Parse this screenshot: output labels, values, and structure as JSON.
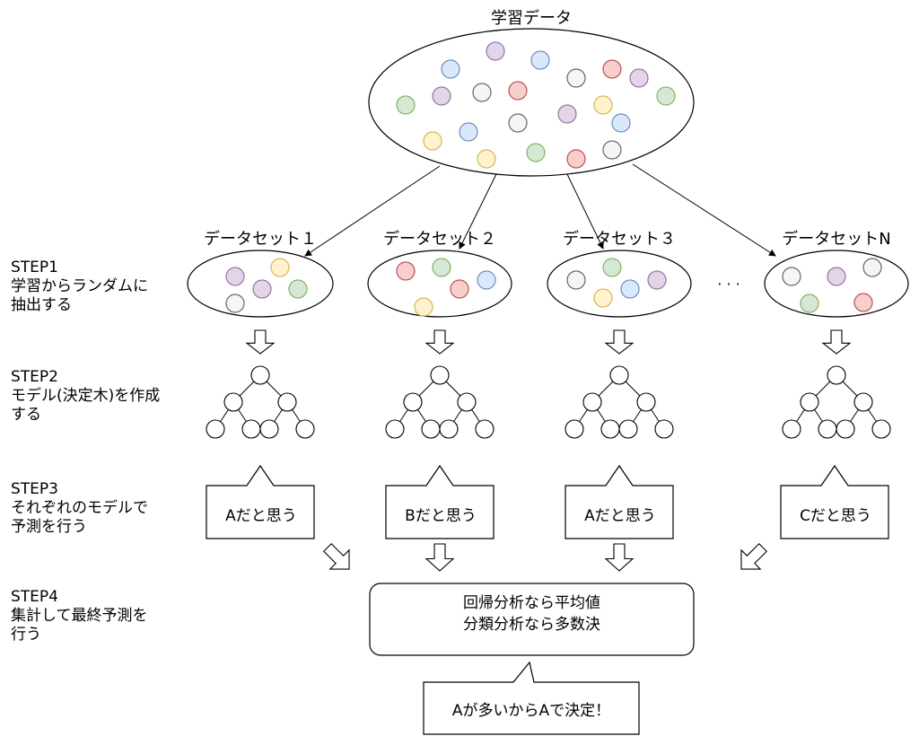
{
  "title": "学習データ",
  "colors": {
    "purple": {
      "fill": "#e1d5e7",
      "stroke": "#9673a6"
    },
    "blue": {
      "fill": "#dae8fc",
      "stroke": "#6c8ebf"
    },
    "red": {
      "fill": "#f8cecc",
      "stroke": "#b85450"
    },
    "gray": {
      "fill": "#f5f5f5",
      "stroke": "#666666"
    },
    "green": {
      "fill": "#d5e8d4",
      "stroke": "#82b366"
    },
    "yellow": {
      "fill": "#fff2cc",
      "stroke": "#d6b656"
    }
  },
  "datasets": [
    {
      "label": "データセット１",
      "balls": [
        "purple",
        "yellow",
        "purple",
        "green",
        "gray"
      ]
    },
    {
      "label": "データセット２",
      "balls": [
        "red",
        "green",
        "blue",
        "red",
        "yellow"
      ]
    },
    {
      "label": "データセット３",
      "balls": [
        "gray",
        "green",
        "purple",
        "yellow",
        "blue"
      ]
    },
    {
      "label": "データセットN",
      "balls": [
        "gray",
        "purple",
        "gray",
        "green",
        "red"
      ]
    }
  ],
  "ellipsis": "· · ·",
  "steps": [
    {
      "lines": [
        "STEP1",
        "学習からランダムに",
        "抽出する"
      ]
    },
    {
      "lines": [
        "STEP2",
        "モデル(決定木)を作成",
        "する"
      ]
    },
    {
      "lines": [
        "STEP3",
        "それぞれのモデルで",
        "予測を行う"
      ]
    },
    {
      "lines": [
        "STEP4",
        "集計して最終予測を",
        "行う"
      ]
    }
  ],
  "predictions": [
    "Aだと思う",
    "Bだと思う",
    "Aだと思う",
    "Cだと思う"
  ],
  "aggregation": {
    "line1": "回帰分析なら平均値",
    "line2": "分類分析なら多数決"
  },
  "final": "Aが多いからAで決定！"
}
